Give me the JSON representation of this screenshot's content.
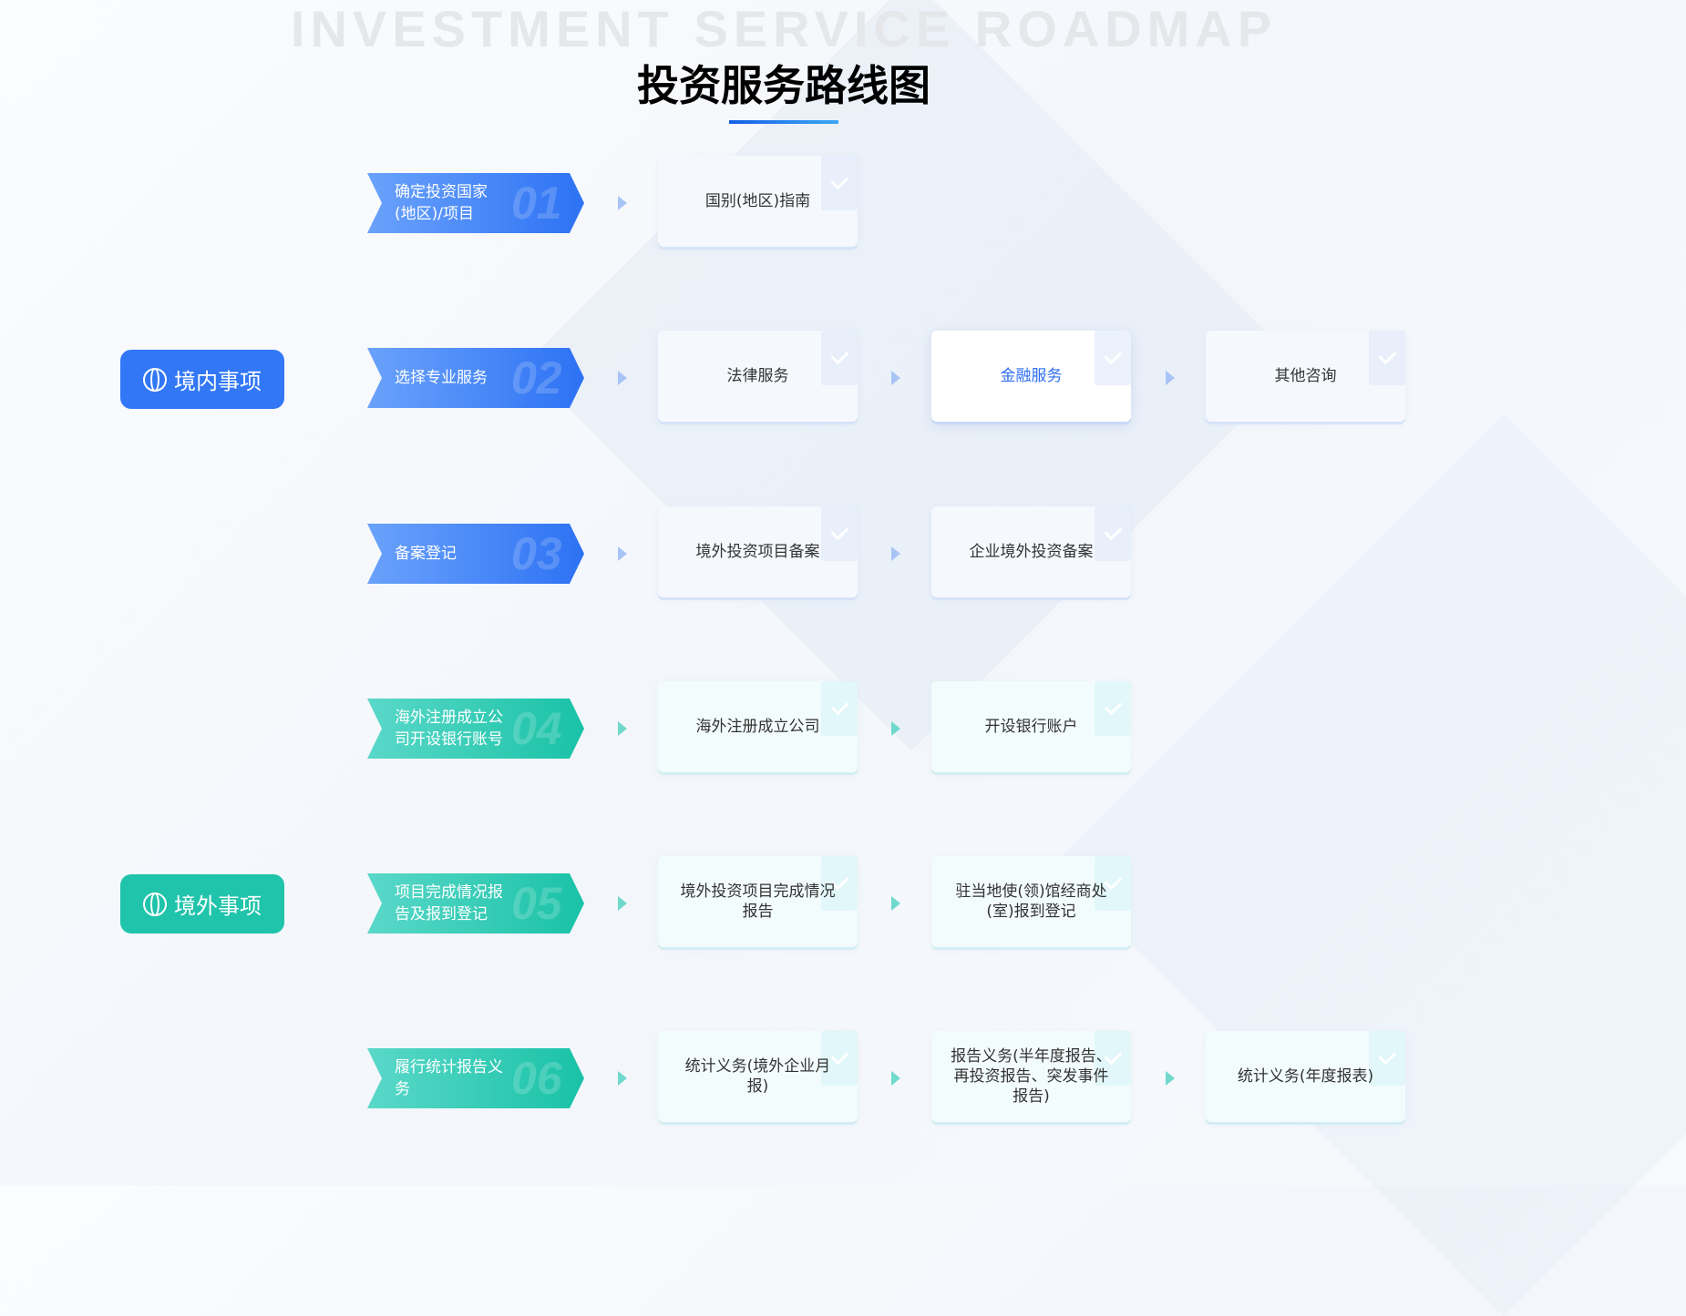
{
  "header": {
    "english_title": "INVESTMENT SERVICE ROADMAP",
    "title": "投资服务路线图"
  },
  "sides": [
    {
      "label": "境内事项",
      "icon": "globe-icon",
      "color": "#3278f6"
    },
    {
      "label": "境外事项",
      "icon": "globe-icon",
      "color": "#20c4aa"
    }
  ],
  "steps": [
    {
      "num": "01",
      "label": "确定投资国家(地区)/项目",
      "cards": [
        "国别(地区)指南"
      ]
    },
    {
      "num": "02",
      "label": "选择专业服务",
      "cards": [
        "法律服务",
        "金融服务",
        "其他咨询"
      ]
    },
    {
      "num": "03",
      "label": "备案登记",
      "cards": [
        "境外投资项目备案",
        "企业境外投资备案"
      ]
    },
    {
      "num": "04",
      "label": "海外注册成立公司开设银行账号",
      "cards": [
        "海外注册成立公司",
        "开设银行账户"
      ]
    },
    {
      "num": "05",
      "label": "项目完成情况报告及报到登记",
      "cards": [
        "境外投资项目完成情况报告",
        "驻当地使(领)馆经商处(室)报到登记"
      ]
    },
    {
      "num": "06",
      "label": "履行统计报告义务",
      "cards": [
        "统计义务(境外企业月报)",
        "报告义务(半年度报告、再投资报告、突发事件报告)",
        "统计义务(年度报表)"
      ]
    }
  ],
  "active_card": "金融服务",
  "colors": {
    "blue": "#3278f6",
    "teal": "#20c4aa"
  }
}
